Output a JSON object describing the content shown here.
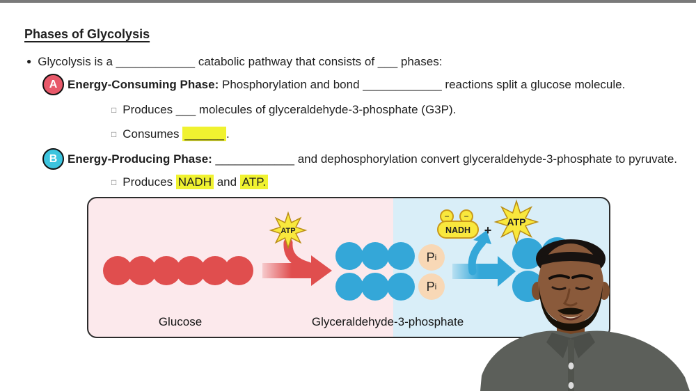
{
  "page": {
    "background": "#ffffff",
    "top_bar_color": "#7a7a7a"
  },
  "title": "Phases of Glycolysis",
  "intro": {
    "bullet": "●",
    "text": "Glycolysis is a ____________ catabolic pathway that consists of ___ phases:"
  },
  "point_a": {
    "badge": "A",
    "badge_color": "#e8596a",
    "bold": "Energy-Consuming Phase:",
    "rest": " Phosphorylation and bond ____________ reactions split a glucose molecule."
  },
  "sub_a1": {
    "marker": "□",
    "text": "Produces ___ molecules of glyceraldehyde-3-phosphate (G3P)."
  },
  "sub_a2": {
    "marker": "□",
    "pre": "Consumes ",
    "highlight": "______",
    "post": "."
  },
  "point_b": {
    "badge": "B",
    "badge_color": "#3cc4de",
    "bold": "Energy-Producing Phase:",
    "rest": " ____________ and dephosphorylation convert glyceraldehyde-3-phosphate to pyruvate."
  },
  "sub_b1": {
    "marker": "□",
    "pre": "Produces ",
    "hl1": "NADH",
    "mid": " and ",
    "hl2": "ATP."
  },
  "diagram": {
    "glucose_label": "Glucose",
    "g3p_label": "Glyceraldehyde-3-phosphate",
    "atp_in": "ATP",
    "atp_out": "ATP",
    "nadh": "NADH",
    "plus": "+",
    "minus1": "−",
    "minus2": "−",
    "pi_p": "P",
    "pi_sub": "i",
    "colors": {
      "red": "#e04e4e",
      "blue": "#34a7d8",
      "pink_bg": "#fce9ec",
      "blue_bg": "#d9eef8",
      "peach": "#f8d8b6",
      "yellow": "#f9e83d",
      "yellow_stroke": "#c9991b",
      "text_highlight": "#f0f230",
      "border": "#2b2b2b"
    }
  }
}
